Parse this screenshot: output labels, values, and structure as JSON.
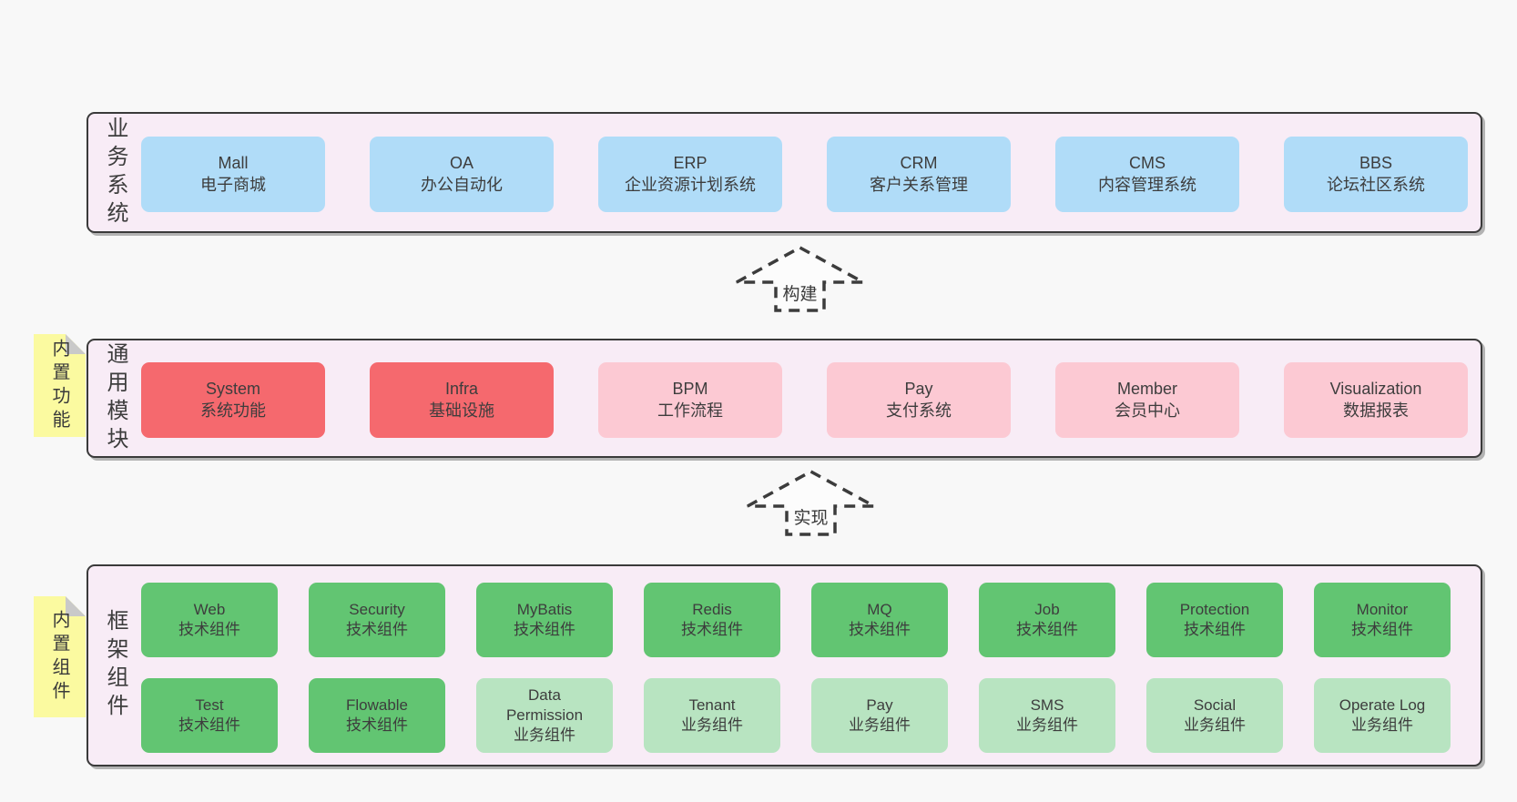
{
  "colors": {
    "page_bg": "#f8f8f8",
    "band_bg": "#f8ecf6",
    "band_border": "#3a3a3a",
    "blue": "#b0dcf8",
    "red": "#f5696e",
    "pink": "#fcc9d3",
    "green": "#62c572",
    "light_green": "#b8e4c1",
    "note_yellow": "#fbfaa0",
    "text": "#3d3d3d"
  },
  "arrows": [
    {
      "label": "构建"
    },
    {
      "label": "实现"
    }
  ],
  "notes": [
    {
      "label": "内置功能"
    },
    {
      "label": "内置组件"
    }
  ],
  "bands": [
    {
      "label": "业务系统",
      "boxes": [
        {
          "name": "Mall",
          "desc": "电子商城",
          "color": "blue"
        },
        {
          "name": "OA",
          "desc": "办公自动化",
          "color": "blue"
        },
        {
          "name": "ERP",
          "desc": "企业资源计划系统",
          "color": "blue"
        },
        {
          "name": "CRM",
          "desc": "客户关系管理",
          "color": "blue"
        },
        {
          "name": "CMS",
          "desc": "内容管理系统",
          "color": "blue"
        },
        {
          "name": "BBS",
          "desc": "论坛社区系统",
          "color": "blue"
        }
      ]
    },
    {
      "label": "通用模块",
      "boxes": [
        {
          "name": "System",
          "desc": "系统功能",
          "color": "red"
        },
        {
          "name": "Infra",
          "desc": "基础设施",
          "color": "red"
        },
        {
          "name": "BPM",
          "desc": "工作流程",
          "color": "pink"
        },
        {
          "name": "Pay",
          "desc": "支付系统",
          "color": "pink"
        },
        {
          "name": "Member",
          "desc": "会员中心",
          "color": "pink"
        },
        {
          "name": "Visualization",
          "desc": "数据报表",
          "color": "pink"
        }
      ]
    },
    {
      "label": "框架组件",
      "rows": [
        [
          {
            "name": "Web",
            "desc": "技术组件",
            "color": "green"
          },
          {
            "name": "Security",
            "desc": "技术组件",
            "color": "green"
          },
          {
            "name": "MyBatis",
            "desc": "技术组件",
            "color": "green"
          },
          {
            "name": "Redis",
            "desc": "技术组件",
            "color": "green"
          },
          {
            "name": "MQ",
            "desc": "技术组件",
            "color": "green"
          },
          {
            "name": "Job",
            "desc": "技术组件",
            "color": "green"
          },
          {
            "name": "Protection",
            "desc": "技术组件",
            "color": "green"
          },
          {
            "name": "Monitor",
            "desc": "技术组件",
            "color": "green"
          }
        ],
        [
          {
            "name": "Test",
            "desc": "技术组件",
            "color": "green"
          },
          {
            "name": "Flowable",
            "desc": "技术组件",
            "color": "green"
          },
          {
            "name": "Data\nPermission",
            "desc": "业务组件",
            "color": "lightgreen"
          },
          {
            "name": "Tenant",
            "desc": "业务组件",
            "color": "lightgreen"
          },
          {
            "name": "Pay",
            "desc": "业务组件",
            "color": "lightgreen"
          },
          {
            "name": "SMS",
            "desc": "业务组件",
            "color": "lightgreen"
          },
          {
            "name": "Social",
            "desc": "业务组件",
            "color": "lightgreen"
          },
          {
            "name": "Operate Log",
            "desc": "业务组件",
            "color": "lightgreen"
          }
        ]
      ]
    }
  ]
}
